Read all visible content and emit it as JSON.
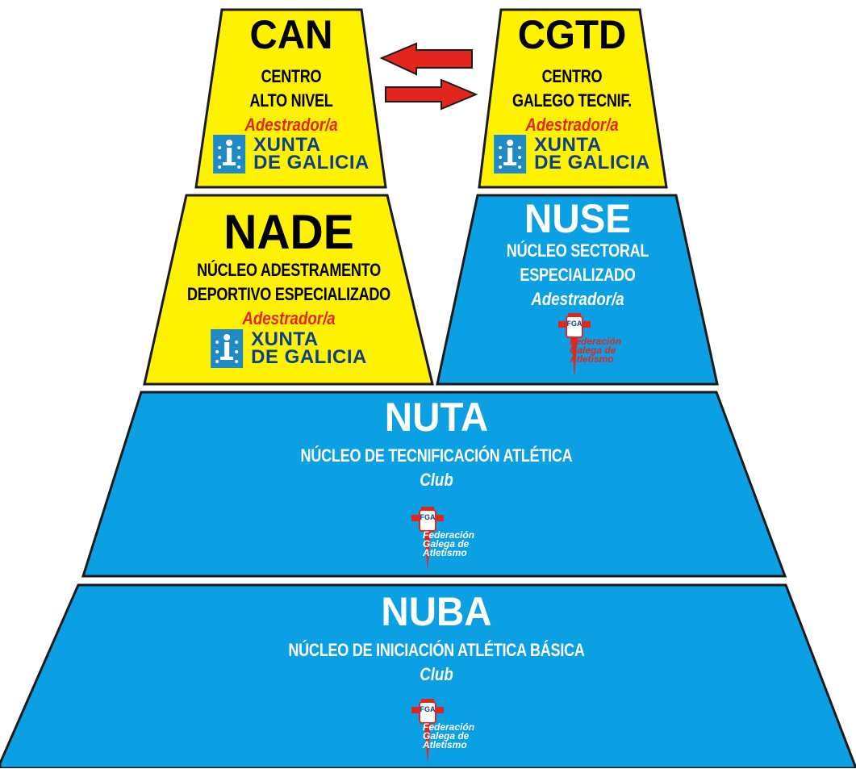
{
  "colors": {
    "yellow": "#fff200",
    "blue": "#0b9fe3",
    "arrow": "#e2261d",
    "outline": "#1a1a1a"
  },
  "can": {
    "title": "CAN",
    "line1": "CENTRO",
    "line2": "ALTO NIVEL",
    "role": "Adestrador/a",
    "logo": "xunta-de-galicia-logo"
  },
  "cgtd": {
    "title": "CGTD",
    "line1": "CENTRO",
    "line2": "GALEGO TECNIF.",
    "role": "Adestrador/a",
    "logo": "xunta-de-galicia-logo"
  },
  "nade": {
    "title": "NADE",
    "line1": "NÚCLEO ADESTRAMENTO",
    "line2": "DEPORTIVO  ESPECIALIZADO",
    "role": "Adestrador/a",
    "logo": "xunta-de-galicia-logo"
  },
  "nuse": {
    "title": "NUSE",
    "line1": "NÚCLEO SECTORAL",
    "line2": "ESPECIALIZADO",
    "role": "Adestrador/a",
    "logo": "federacion-galega-atletismo-logo"
  },
  "nuta": {
    "title": "NUTA",
    "line1": "NÚCLEO DE TECNIFICACIÓN  ATLÉTICA",
    "role": "Club",
    "logo": "federacion-galega-atletismo-logo"
  },
  "nuba": {
    "title": "NUBA",
    "line1": "NÚCLEO DE INICIACIÓN  ATLÉTICA BÁSICA",
    "role": "Club",
    "logo": "federacion-galega-atletismo-logo"
  },
  "xunta": {
    "line1": "XUNTA",
    "line2": "DE GALICIA"
  },
  "fga": {
    "abbr": "FGA",
    "line1": "Federación",
    "line2": "Galega de",
    "line3": "Atletismo"
  },
  "arrows": [
    "arrow-left-icon",
    "arrow-right-icon"
  ]
}
